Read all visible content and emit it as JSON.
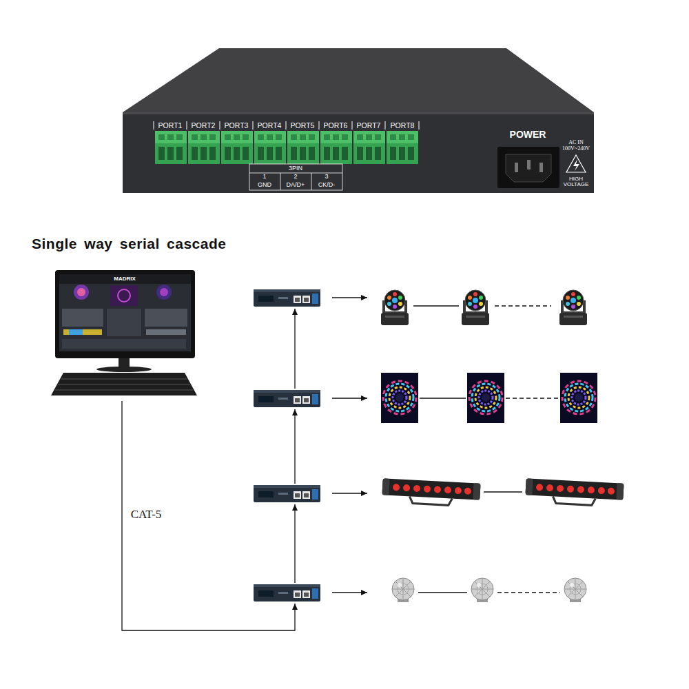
{
  "diagram": {
    "title": "Single way serial cascade",
    "labels": [
      "PORT1",
      "PORT2",
      "PORT3",
      "PORT4",
      "PORT5",
      "PORT6",
      "PORT7",
      "PORT8",
      "3PIN",
      "1",
      "2",
      "3",
      "GND",
      "DA/D+",
      "CK/D-",
      "POWER",
      "AC IN",
      "100V~240V",
      "HIGH VOLTAGE",
      "MADRIX",
      "CAT-5"
    ]
  }
}
